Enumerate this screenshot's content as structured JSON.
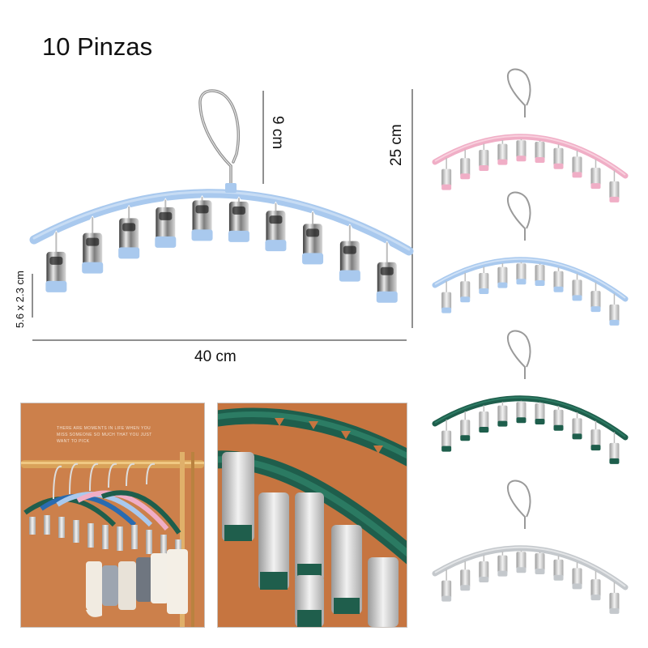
{
  "title": "10 Pinzas",
  "dimensions": {
    "hook_height": "9 cm",
    "total_height": "25 cm",
    "clip_size": "5.6 x 2.3 cm",
    "width": "40 cm"
  },
  "photo_caption": "THERE ARE MOMENTS IN LIFE WHEN YOU MISS SOMEONE SO MUCH THAT YOU JUST WANT TO PICK",
  "colors": {
    "main_variant": "#a9c9ee",
    "pink_variant": "#f0aec6",
    "blue_variant": "#a9c9ee",
    "green_variant": "#1e5e4c",
    "gray_variant": "#c4c8cc",
    "photo_background": "#c87a45"
  },
  "icons": {
    "product": "hanger-with-clips"
  }
}
